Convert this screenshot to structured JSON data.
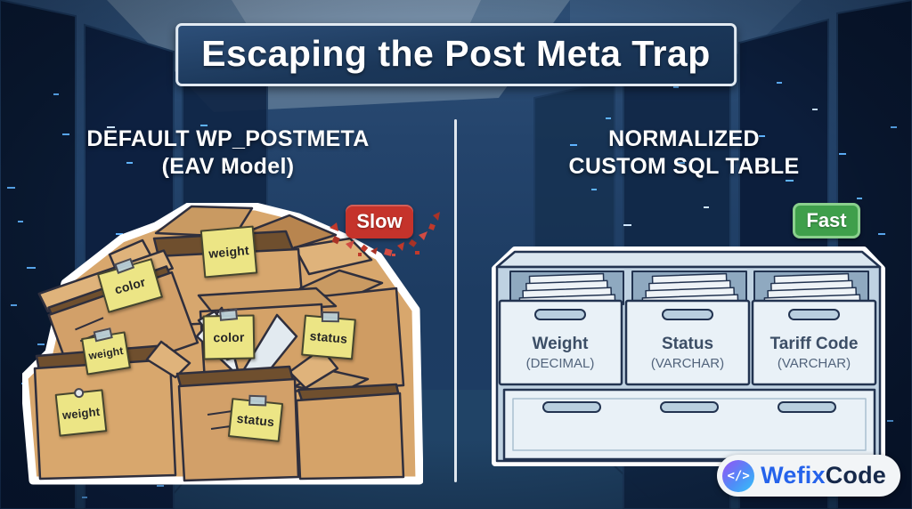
{
  "title": "Escaping the Post Meta Trap",
  "left_panel": {
    "heading_line1": "DEFAULT WP_POSTMETA",
    "heading_line2": "(EAV Model)",
    "badge_label": "Slow",
    "badge_color": "#c5332b",
    "notes": [
      {
        "label": "weight"
      },
      {
        "label": "color"
      },
      {
        "label": "color"
      },
      {
        "label": "status"
      },
      {
        "label": "weight"
      },
      {
        "label": "weight"
      },
      {
        "label": "status"
      }
    ]
  },
  "right_panel": {
    "heading_line1": "NORMALIZED",
    "heading_line2": "CUSTOM SQL TABLE",
    "badge_label": "Fast",
    "badge_color": "#3f9f4b",
    "drawers": [
      {
        "name": "Weight",
        "type": "(DECIMAL)"
      },
      {
        "name": "Status",
        "type": "(VARCHAR)"
      },
      {
        "name": "Tariff Code",
        "type": "(VARCHAR)"
      }
    ]
  },
  "logo": {
    "icon": "code-brackets-icon",
    "icon_glyph": "</>",
    "brand_primary": "Wefix",
    "brand_secondary": "Code"
  }
}
